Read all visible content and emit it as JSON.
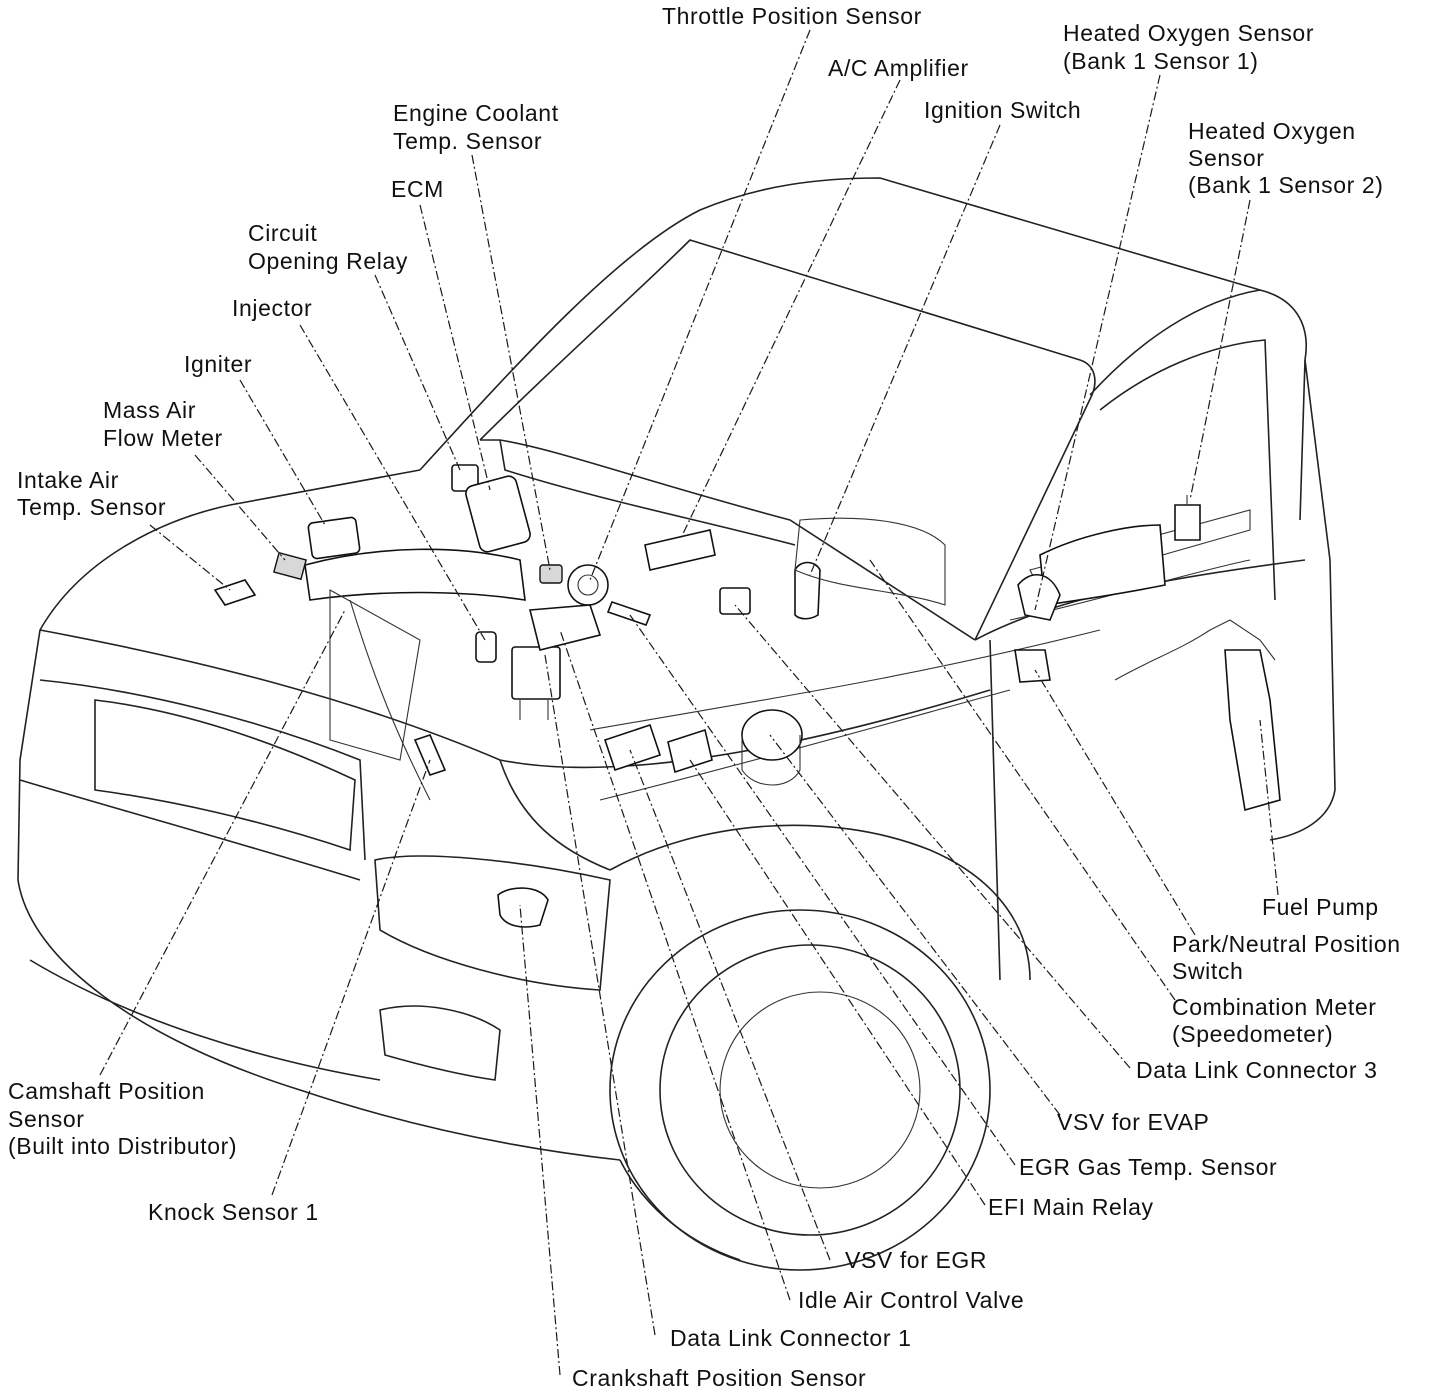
{
  "labels": {
    "throttle_position_sensor": "Throttle Position Sensor",
    "ac_amplifier": "A/C Amplifier",
    "ignition_switch": "Ignition Switch",
    "heated_oxygen_sensor_1_line1": "Heated Oxygen Sensor",
    "heated_oxygen_sensor_1_line2": "(Bank 1 Sensor 1)",
    "heated_oxygen_sensor_2_line1": "Heated Oxygen",
    "heated_oxygen_sensor_2_line2": "Sensor",
    "heated_oxygen_sensor_2_line3": "(Bank 1 Sensor 2)",
    "engine_coolant_line1": "Engine Coolant",
    "engine_coolant_line2": "Temp. Sensor",
    "ecm": "ECM",
    "circuit_opening_relay_line1": "Circuit",
    "circuit_opening_relay_line2": "Opening Relay",
    "injector": "Injector",
    "igniter": "Igniter",
    "mass_air_flow_line1": "Mass Air",
    "mass_air_flow_line2": "Flow Meter",
    "intake_air_line1": "Intake Air",
    "intake_air_line2": "Temp. Sensor",
    "fuel_pump": "Fuel Pump",
    "park_neutral_line1": "Park/Neutral Position",
    "park_neutral_line2": "Switch",
    "combination_meter_line1": "Combination Meter",
    "combination_meter_line2": "(Speedometer)",
    "data_link_connector_3": "Data Link Connector 3",
    "vsv_evap": "VSV for EVAP",
    "egr_gas_temp_sensor": "EGR Gas Temp. Sensor",
    "efi_main_relay": "EFI Main Relay",
    "vsv_egr": "VSV for EGR",
    "idle_air_control_valve": "Idle Air Control Valve",
    "data_link_connector_1": "Data Link Connector 1",
    "crankshaft_position_sensor": "Crankshaft Position Sensor",
    "camshaft_position_line1": "Camshaft Position",
    "camshaft_position_line2": "Sensor",
    "camshaft_position_line3": "(Built into Distributor)",
    "knock_sensor_1": "Knock Sensor 1"
  }
}
